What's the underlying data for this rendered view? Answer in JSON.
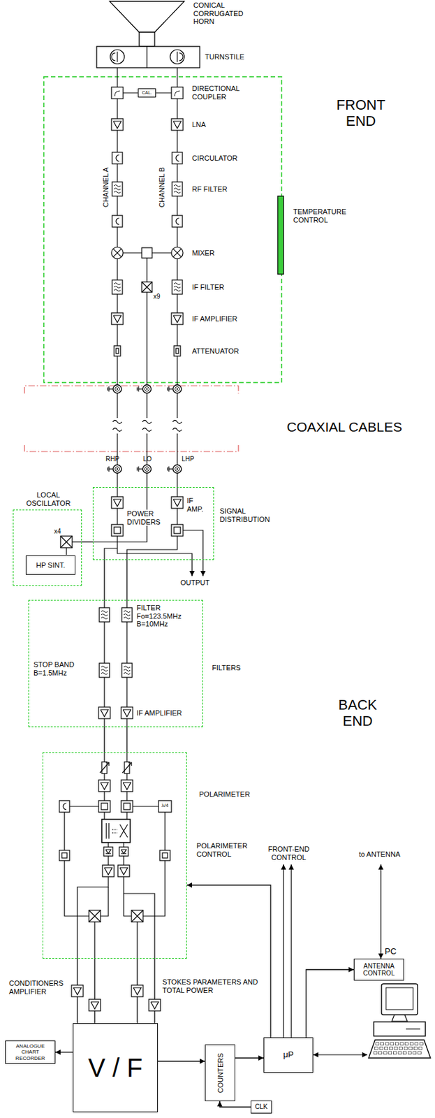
{
  "diagram": {
    "nodes": [
      {
        "text": [
          "LOCAL OSCILLATOR"
        ]
      },
      {
        "text": [
          "HP SINT."
        ],
        "in": 0
      },
      {
        "text": [
          "SIGNAL DISTRIBUTION"
        ]
      },
      {
        "text": [
          "FILTERS"
        ]
      },
      {
        "text": [
          "POLARIMETER"
        ]
      },
      {
        "text": [
          "CAL."
        ]
      },
      {
        "text": [
          "ANALOGUE CHART RECORDER"
        ]
      },
      {
        "text": [
          "V / F"
        ]
      },
      {
        "text": [
          "COUNTERS"
        ]
      },
      {
        "text": [
          "CLK"
        ]
      },
      {
        "text": [
          "μP"
        ]
      },
      {
        "text": [
          "ANTENNA CONTROL"
        ]
      }
    ],
    "edges": [
      {
        "from": 0,
        "to": 2,
        "arrow": "none"
      },
      {
        "from": 2,
        "to": 3,
        "arrow": "none"
      },
      {
        "from": 2,
        "to": 3,
        "arrow": "none"
      },
      {
        "from": 3,
        "to": 4,
        "arrow": "none"
      },
      {
        "from": 3,
        "to": 4,
        "arrow": "none"
      },
      {
        "from": 4,
        "to": 7,
        "arrow": "none"
      },
      {
        "from": 4,
        "to": 7,
        "arrow": "none"
      },
      {
        "from": 4,
        "to": 7,
        "arrow": "none"
      },
      {
        "from": 4,
        "to": 7,
        "arrow": "none"
      },
      {
        "from": 7,
        "to": 6,
        "arrow": "to"
      },
      {
        "from": 7,
        "to": 8,
        "arrow": "to"
      },
      {
        "from": 9,
        "to": 8,
        "arrow": "to"
      },
      {
        "from": 8,
        "to": 10,
        "arrow": "to"
      },
      {
        "from": 10,
        "to": 11,
        "arrow": "to"
      },
      {
        "from": 10,
        "to": 4,
        "arrow": "to"
      }
    ],
    "labels": [
      "CONICAL CORRUGATED HORN",
      "TURNSTILE",
      "DIRECTIONAL COUPLER",
      "LNA",
      "CIRCULATOR",
      "RF FILTER",
      "MIXER",
      "IF FILTER",
      "x9",
      "IF AMPLIFIER",
      "ATTENUATOR",
      "CHANNEL A",
      "CHANNEL B",
      "FRONT END",
      "TEMPERATURE CONTROL",
      "COAXIAL CABLES",
      "RHP",
      "LO",
      "LHP",
      "x4",
      "IF AMP.",
      "POWER DIVIDERS",
      "OUTPUT",
      "FILTER Fo=123.5MHz B=10MHz",
      "STOP BAND B=1.5MHz",
      "IF AMPLIFIER",
      "BACK END",
      "λ/4",
      "POLARIMETER CONTROL",
      "FRONT-END CONTROL",
      "to ANTENNA",
      "PC",
      "CONDITIONERS AMPLIFIER",
      "STOKES PARAMETERS AND TOTAL POWER"
    ]
  }
}
